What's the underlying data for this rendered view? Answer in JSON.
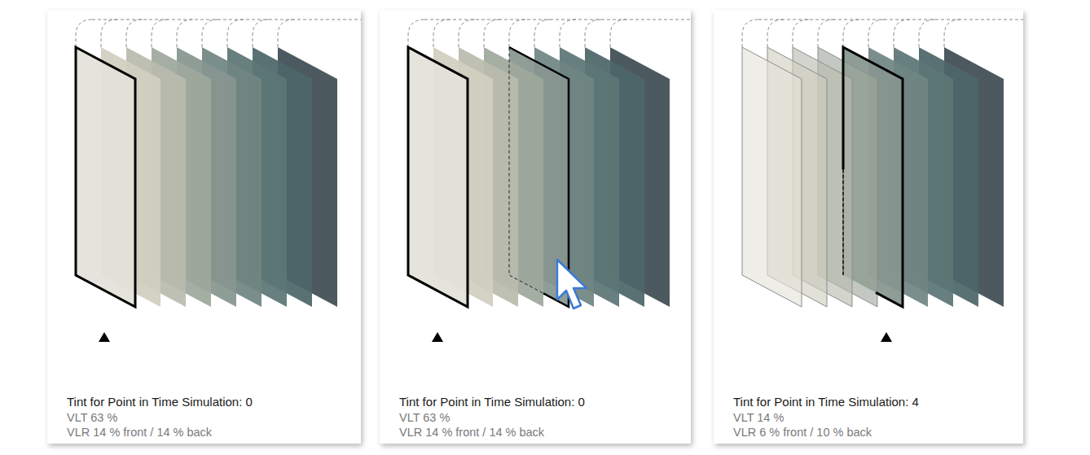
{
  "diagram": {
    "nodes": [
      {
        "text": [
          "Tint for Point in Time Simulation: 0",
          "VLT 63 %",
          "VLR 14 % front / 14 % back"
        ]
      },
      {
        "text": [
          "Tint for Point in Time Simulation: 0",
          "VLT 63 %",
          "VLR 14 % front / 14 % back"
        ]
      },
      {
        "text": [
          "Tint for Point in Time Simulation: 4",
          "VLT 14 %",
          "VLR 6 % front / 10 % back"
        ]
      }
    ]
  }
}
